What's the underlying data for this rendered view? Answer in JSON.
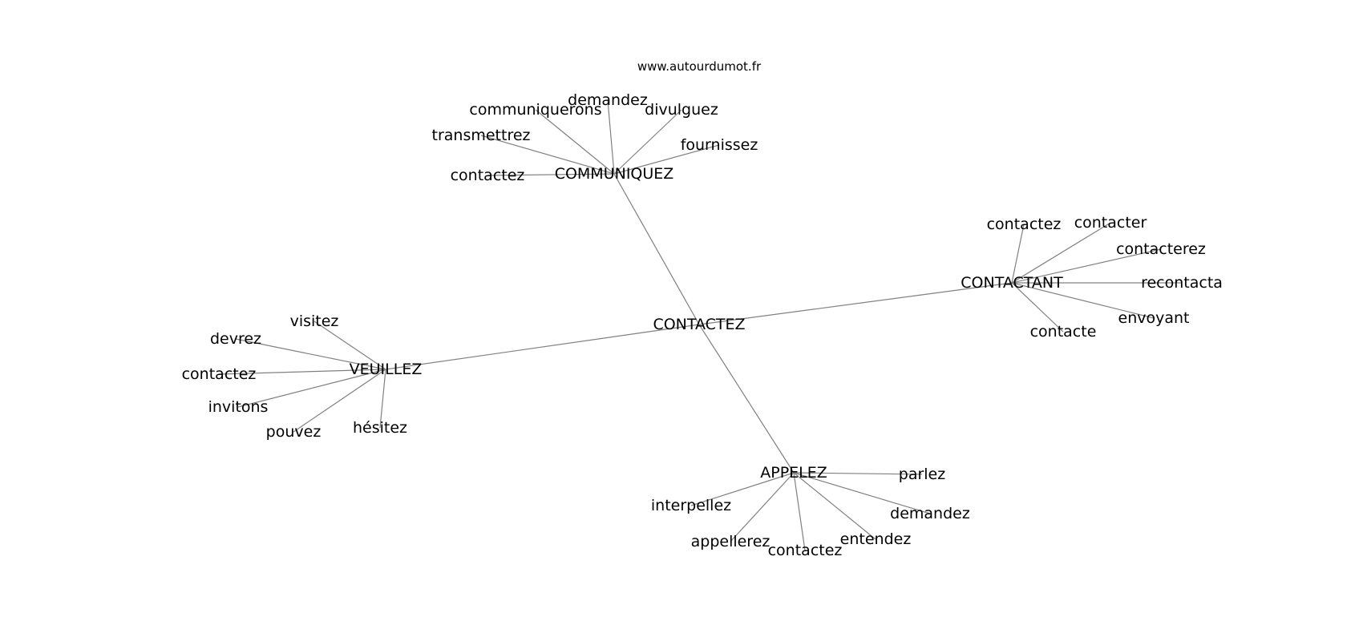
{
  "site": "www.autourdumot.fr",
  "center": "CONTACTEZ",
  "hubs": [
    {
      "id": "communiquez",
      "label": "COMMUNIQUEZ",
      "words": [
        "demandez",
        "communiquerons",
        "divulguez",
        "transmettrez",
        "fournissez",
        "contactez"
      ]
    },
    {
      "id": "contactant",
      "label": "CONTACTANT",
      "words": [
        "contactez",
        "contacter",
        "contacterez",
        "recontacta",
        "envoyant",
        "contacte"
      ]
    },
    {
      "id": "veuillez",
      "label": "VEUILLEZ",
      "words": [
        "visitez",
        "devrez",
        "contactez",
        "invitons",
        "pouvez",
        "hésitez"
      ]
    },
    {
      "id": "appelez",
      "label": "APPELEZ",
      "words": [
        "parlez",
        "interpellez",
        "demandez",
        "appellerez",
        "contactez",
        "entendez"
      ]
    }
  ],
  "colors": {
    "edge": "#808080",
    "text": "#000000",
    "background": "#ffffff"
  }
}
